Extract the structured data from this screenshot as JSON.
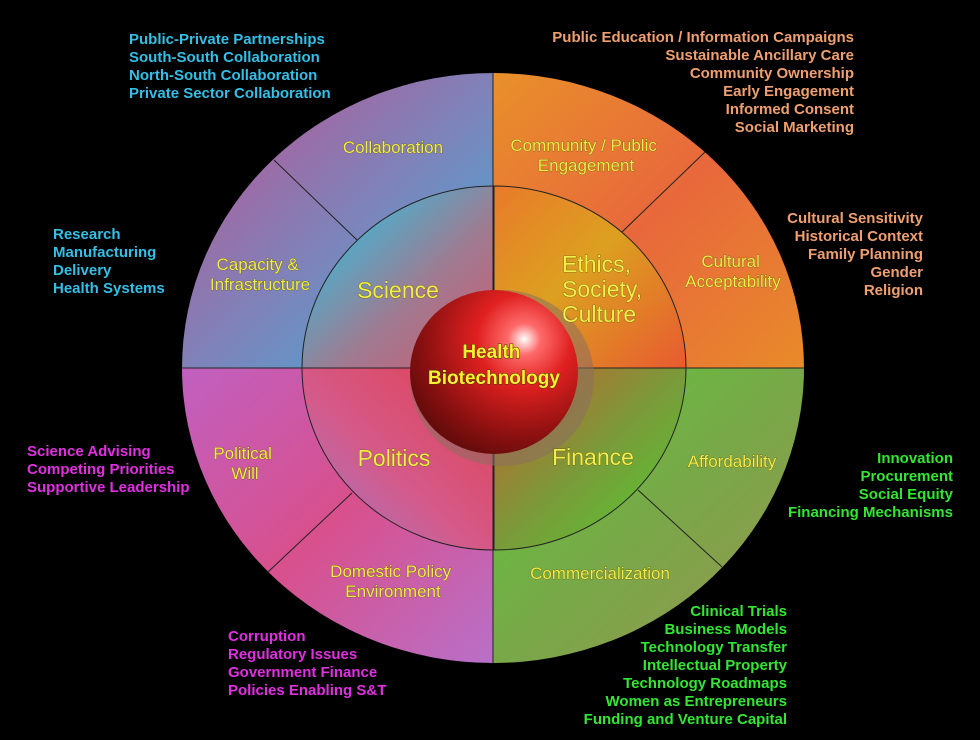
{
  "center": {
    "lines": [
      "Health",
      "Biotechnology"
    ]
  },
  "quadrants": {
    "science": {
      "label": [
        "Science"
      ],
      "color": "#3fb3d6"
    },
    "ethics": {
      "label": [
        "Ethics,",
        "Society,",
        "Culture"
      ],
      "color": "#e8902a"
    },
    "politics": {
      "label": [
        "Politics"
      ],
      "color": "#d55a9a"
    },
    "finance": {
      "label": [
        "Finance"
      ],
      "color": "#5cc93a"
    }
  },
  "segments": {
    "collaboration": {
      "label": [
        "Collaboration"
      ]
    },
    "capacity": {
      "label": [
        "Capacity &",
        "Infrastructure"
      ]
    },
    "community": {
      "label": [
        "Community / Public",
        "Engagement"
      ]
    },
    "cultural": {
      "label": [
        "Cultural",
        "Acceptability"
      ]
    },
    "political_will": {
      "label": [
        "Political",
        "Will"
      ]
    },
    "domestic_policy": {
      "label": [
        "Domestic Policy",
        "Environment"
      ]
    },
    "affordability": {
      "label": [
        "Affordability"
      ]
    },
    "commercialization": {
      "label": [
        "Commercialization"
      ]
    }
  },
  "lists": {
    "collaboration": {
      "color": "#33bfe6",
      "items": [
        "Public-Private Partnerships",
        "South-South Collaboration",
        "North-South Collaboration",
        "Private Sector Collaboration"
      ]
    },
    "capacity": {
      "color": "#33bfe6",
      "items": [
        "Research",
        "Manufacturing",
        "Delivery",
        "Health Systems"
      ]
    },
    "community": {
      "color": "#f0a070",
      "items": [
        "Public Education / Information Campaigns",
        "Sustainable Ancillary Care",
        "Community Ownership",
        "Early Engagement",
        "Informed Consent",
        "Social Marketing"
      ]
    },
    "cultural": {
      "color": "#f0a070",
      "items": [
        "Cultural Sensitivity",
        "Historical Context",
        "Family Planning",
        "Gender",
        "Religion"
      ]
    },
    "political_will": {
      "color": "#e030e0",
      "items": [
        "Science Advising",
        "Competing Priorities",
        "Supportive Leadership"
      ]
    },
    "domestic_policy": {
      "color": "#e030e0",
      "items": [
        "Corruption",
        "Regulatory Issues",
        "Government Finance",
        "Policies Enabling S&T"
      ]
    },
    "affordability": {
      "color": "#33e633",
      "items": [
        "Innovation",
        "Procurement",
        "Social Equity",
        "Financing Mechanisms"
      ]
    },
    "commercialization": {
      "color": "#33e633",
      "items": [
        "Clinical Trials",
        "Business Models",
        "Technology Transfer",
        "Intellectual Property",
        "Technology Roadmaps",
        "Women as Entrepreneurs",
        "Funding and Venture Capital"
      ]
    }
  }
}
